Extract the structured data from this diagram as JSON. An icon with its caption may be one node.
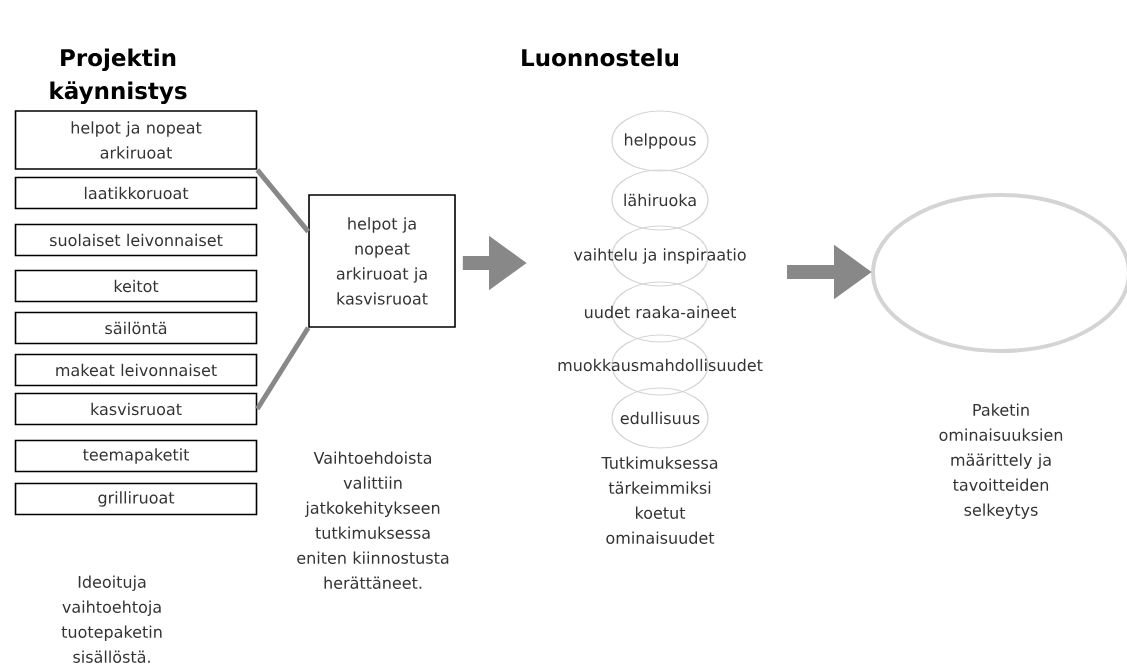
{
  "diagram": {
    "nodes": [
      {
        "text": [
          "helpot ja nopeat arkiruoat"
        ]
      },
      {
        "text": [
          "laatikkoruoat"
        ]
      },
      {
        "text": [
          "suolaiset leivonnaiset"
        ]
      },
      {
        "text": [
          "keitot"
        ]
      },
      {
        "text": [
          "säilöntä"
        ]
      },
      {
        "text": [
          "makeat leivonnaiset"
        ]
      },
      {
        "text": [
          "kasvisruoat"
        ]
      },
      {
        "text": [
          "teemapaketit"
        ]
      },
      {
        "text": [
          "grilliruoat"
        ]
      },
      {
        "text": [
          "helpot ja nopeat arkiruoat ja kasvisruoat"
        ]
      },
      {
        "text": [
          "helppous"
        ]
      },
      {
        "text": [
          "lähiruoka"
        ]
      },
      {
        "text": [
          "vaihtelu ja inspiraatio"
        ]
      },
      {
        "text": [
          "uudet raaka-aineet"
        ]
      },
      {
        "text": [
          "muokkausmahdollisuudet"
        ]
      },
      {
        "text": [
          "edullisuus"
        ]
      },
      {
        "text": [],
        "shape": "ellipse",
        "beside": [
          "Paketin ominaisuuksien määrittely ja tavoitteiden selkeytys"
        ]
      }
    ],
    "edges": [
      {
        "from": 0,
        "to": 9,
        "arrow": "none"
      },
      {
        "from": 6,
        "to": 9,
        "arrow": "none"
      },
      {
        "from": 9,
        "to": null,
        "arrow": "to",
        "style": "thick"
      },
      {
        "from": null,
        "to": 16,
        "arrow": "to",
        "style": "thick"
      }
    ],
    "labels": [
      "Projektin käynnistys",
      "Luonnostelu",
      "Ideoituja vaihtoehtoja tuotepaketin sisällöstä.",
      "Vaihtoehdoista valittiin jatkokehitykseen tutkimuksessa eniten kiinnostusta herättäneet.",
      "Tutkimuksessa tärkeimmiksi koetut ominaisuudet"
    ]
  }
}
